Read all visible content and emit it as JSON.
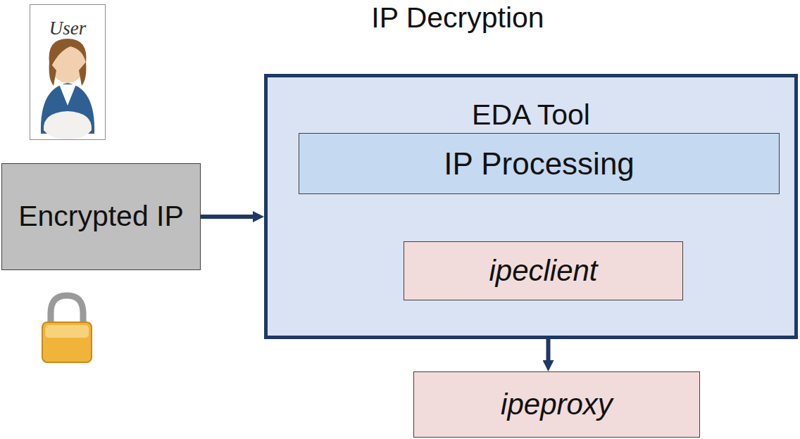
{
  "diagram": {
    "title": "IP Decryption",
    "nodes": [
      {
        "text": [
          "User"
        ]
      },
      {
        "text": [
          "Encrypted IP"
        ]
      },
      {
        "text": [
          "EDA Tool"
        ]
      },
      {
        "text": [
          "IP Processing"
        ],
        "in": 2
      },
      {
        "text": [
          "ipeclient"
        ],
        "in": 2
      },
      {
        "text": [
          "ipeproxy"
        ]
      }
    ],
    "edges": [
      {
        "from": 1,
        "to": 2,
        "arrow": "to"
      },
      {
        "from": 4,
        "to": 5,
        "arrow": "both"
      }
    ]
  }
}
